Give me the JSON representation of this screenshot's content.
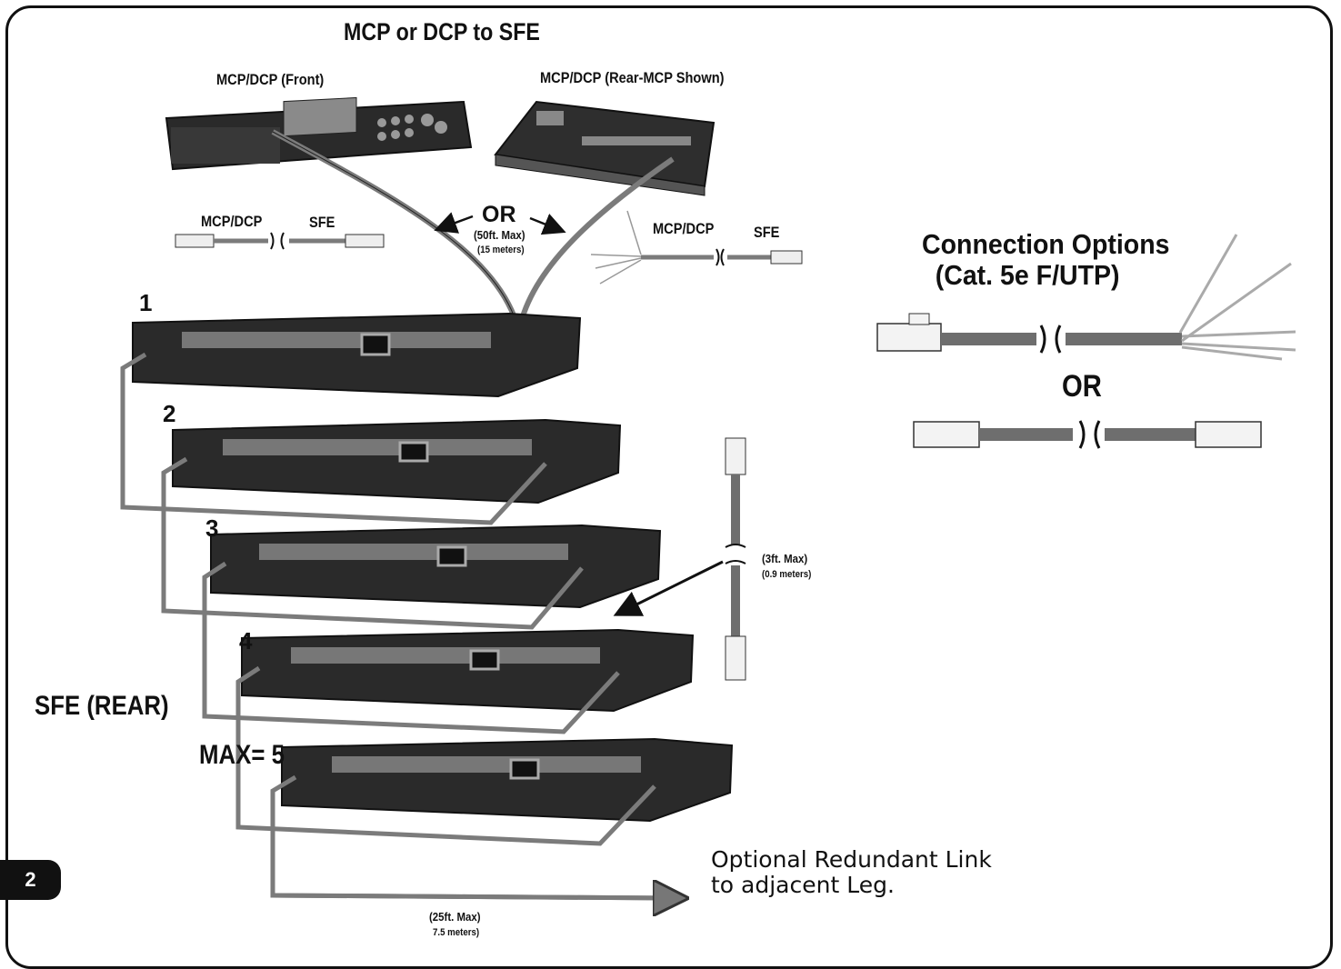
{
  "page": {
    "number": "2"
  },
  "title": "MCP or DCP to SFE",
  "top_devices": {
    "front_label": "MCP/DCP (Front)",
    "rear_label": "MCP/DCP (Rear-MCP Shown)"
  },
  "or_label": "OR",
  "max_length_main": {
    "ft": "(50ft. Max)",
    "m": "(15 meters)"
  },
  "cable_left": {
    "left_label": "MCP/DCP",
    "right_label": "SFE"
  },
  "cable_right": {
    "left_label": "MCP/DCP",
    "right_label": "SFE"
  },
  "connection_options": {
    "title_line1": "Connection Options",
    "title_line2": "(Cat. 5e F/UTP)",
    "or_label": "OR"
  },
  "sfe_units": [
    "1",
    "2",
    "3",
    "4"
  ],
  "sfe_label": "SFE (REAR)",
  "max_units": "MAX= 5",
  "jumper": {
    "ft": "(3ft. Max)",
    "m": "(0.9 meters)"
  },
  "redundant": {
    "line1": "Optional Redundant Link",
    "line2": "to adjacent Leg."
  },
  "max_length_leg": {
    "ft": "(25ft. Max)",
    "m": "7.5 meters)"
  },
  "colors": {
    "cable": "#7b7b7b",
    "device": "#2a2a2a",
    "ink": "#111111"
  }
}
